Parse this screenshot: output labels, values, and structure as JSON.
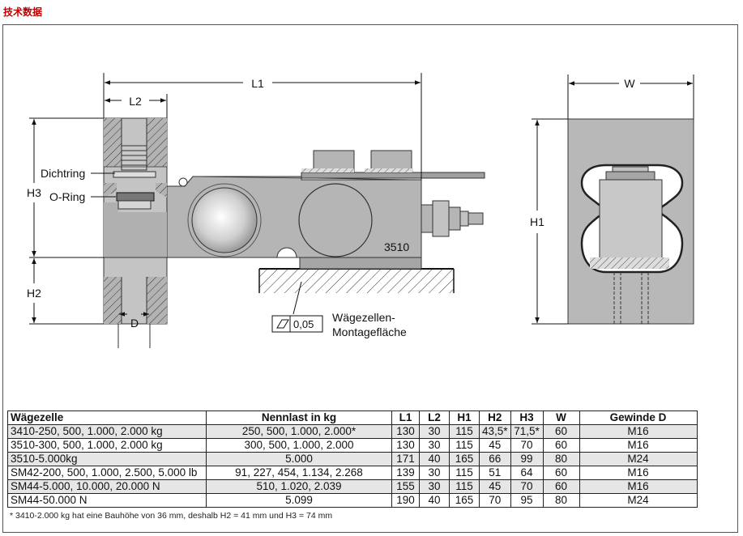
{
  "page_title": "技术数据",
  "drawing_labels": {
    "L1": "L1",
    "L2": "L2",
    "W": "W",
    "H1": "H1",
    "H2": "H2",
    "H3": "H3",
    "D": "D",
    "dichtring": "Dichtring",
    "oring": "O-Ring",
    "model": "3510",
    "tolerance": "0,05",
    "surface_line1": "Wägezellen-",
    "surface_line2": "Montagefläche"
  },
  "table": {
    "headers": [
      "Wägezelle",
      "Nennlast in kg",
      "L1",
      "L2",
      "H1",
      "H2",
      "H3",
      "W",
      "Gewinde D"
    ],
    "rows": [
      [
        "3410-250, 500, 1.000, 2.000 kg",
        "250, 500, 1.000, 2.000*",
        "130",
        "30",
        "115",
        "43,5*",
        "71,5*",
        "60",
        "M16"
      ],
      [
        "3510-300, 500, 1.000, 2.000 kg",
        "300, 500, 1.000, 2.000",
        "130",
        "30",
        "115",
        "45",
        "70",
        "60",
        "M16"
      ],
      [
        "3510-5.000kg",
        "5.000",
        "171",
        "40",
        "165",
        "66",
        "99",
        "80",
        "M24"
      ],
      [
        "SM42-200, 500, 1.000, 2.500, 5.000 lb",
        "91, 227, 454, 1.134, 2.268",
        "139",
        "30",
        "115",
        "51",
        "64",
        "60",
        "M16"
      ],
      [
        "SM44-5.000, 10.000, 20.000 N",
        "510, 1.020, 2.039",
        "155",
        "30",
        "115",
        "45",
        "70",
        "60",
        "M16"
      ],
      [
        "SM44-50.000 N",
        "5.099",
        "190",
        "40",
        "165",
        "70",
        "95",
        "80",
        "M24"
      ]
    ]
  },
  "footnote": "* 3410-2.000 kg hat eine Bauhöhe von 36 mm, deshalb H2 = 41 mm und H3 = 74 mm",
  "colors": {
    "title": "#c00000",
    "body_fill": "#b5b5b5",
    "section_fill": "#c4c4c4",
    "row_shade": "#e6e6e6"
  }
}
